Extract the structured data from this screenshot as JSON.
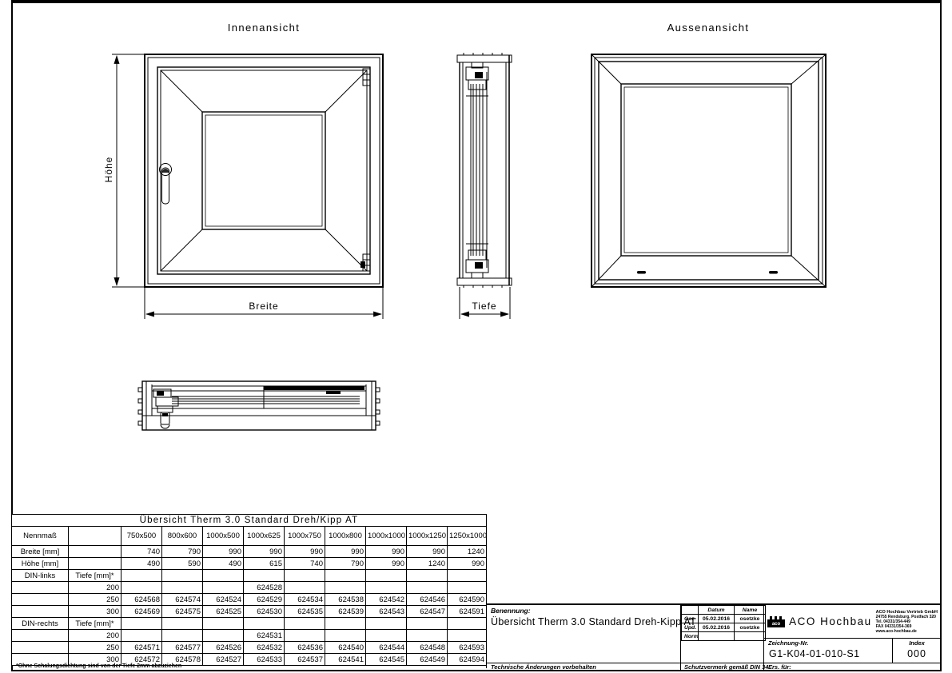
{
  "sheet": {
    "views": {
      "innen": {
        "title": "Innenansicht",
        "dim_height": "Höhe",
        "dim_width": "Breite"
      },
      "seite": {
        "dim_depth": "Tiefe"
      },
      "aussen": {
        "title": "Aussenansicht"
      }
    },
    "table": {
      "title": "Übersicht Therm 3.0 Standard Dreh/Kipp AT",
      "col0_header": "Nennmaß",
      "sizes": [
        "750x500",
        "800x600",
        "1000x500",
        "1000x625",
        "1000x750",
        "1000x800",
        "1000x1000",
        "1000x1250",
        "1250x1000"
      ],
      "rows": [
        {
          "label": "Breite [mm]",
          "sub": "",
          "values": [
            "740",
            "790",
            "990",
            "990",
            "990",
            "990",
            "990",
            "990",
            "1240"
          ]
        },
        {
          "label": "Höhe [mm]",
          "sub": "",
          "values": [
            "490",
            "590",
            "490",
            "615",
            "740",
            "790",
            "990",
            "1240",
            "990"
          ]
        },
        {
          "label": "DIN-links",
          "sub": "Tiefe [mm]*",
          "values": [
            "",
            "",
            "",
            "",
            "",
            "",
            "",
            "",
            ""
          ]
        },
        {
          "label": "",
          "sub": "200",
          "values": [
            "",
            "",
            "",
            "624528",
            "",
            "",
            "",
            "",
            ""
          ]
        },
        {
          "label": "",
          "sub": "250",
          "values": [
            "624568",
            "624574",
            "624524",
            "624529",
            "624534",
            "624538",
            "624542",
            "624546",
            "624590"
          ]
        },
        {
          "label": "",
          "sub": "300",
          "values": [
            "624569",
            "624575",
            "624525",
            "624530",
            "624535",
            "624539",
            "624543",
            "624547",
            "624591"
          ]
        },
        {
          "label": "DIN-rechts",
          "sub": "Tiefe [mm]*",
          "values": [
            "",
            "",
            "",
            "",
            "",
            "",
            "",
            "",
            ""
          ]
        },
        {
          "label": "",
          "sub": "200",
          "values": [
            "",
            "",
            "",
            "624531",
            "",
            "",
            "",
            "",
            ""
          ]
        },
        {
          "label": "",
          "sub": "250",
          "values": [
            "624571",
            "624577",
            "624526",
            "624532",
            "624536",
            "624540",
            "624544",
            "624548",
            "624593"
          ]
        },
        {
          "label": "",
          "sub": "300",
          "values": [
            "624572",
            "624578",
            "624527",
            "624533",
            "624537",
            "624541",
            "624545",
            "624549",
            "624594"
          ]
        }
      ],
      "footnote": "*Ohne Schalungsdichtung sind von der Tiefe 2mm abzuziehen"
    },
    "titleblock": {
      "benennung_label": "Benennung:",
      "benennung": "Übersicht Therm 3.0 Standard Dreh-Kipp AT",
      "approval": {
        "datum_header": "Datum",
        "name_header": "Name",
        "rows": [
          {
            "label": "Gez.",
            "datum": "05.02.2016",
            "name": "osetzke"
          },
          {
            "label": "Upd.",
            "datum": "05.02.2016",
            "name": "osetzke"
          },
          {
            "label": "Norm",
            "datum": "",
            "name": ""
          }
        ]
      },
      "company": {
        "logo_text": "ACO Hochbau",
        "address_lines": [
          "ACO Hochbau Vertrieb GmbH",
          "24755 Rendsburg, Postfach 320",
          "Tel. 04331/354-449",
          "FAX 04331/354-369",
          "www.aco-hochbau.de"
        ]
      },
      "zeichnung_label": "Zeichnung-Nr.",
      "zeichnung_nr": "G1-K04-01-010-S1",
      "index_label": "Index",
      "index_value": "000",
      "footer_left": "Technische Änderungen vorbehalten",
      "footer_mid": "Schutzvermerk gemäß DIN 34",
      "footer_right": "Ers. für:"
    }
  },
  "colors": {
    "line": "#000000",
    "paper": "#ffffff"
  }
}
